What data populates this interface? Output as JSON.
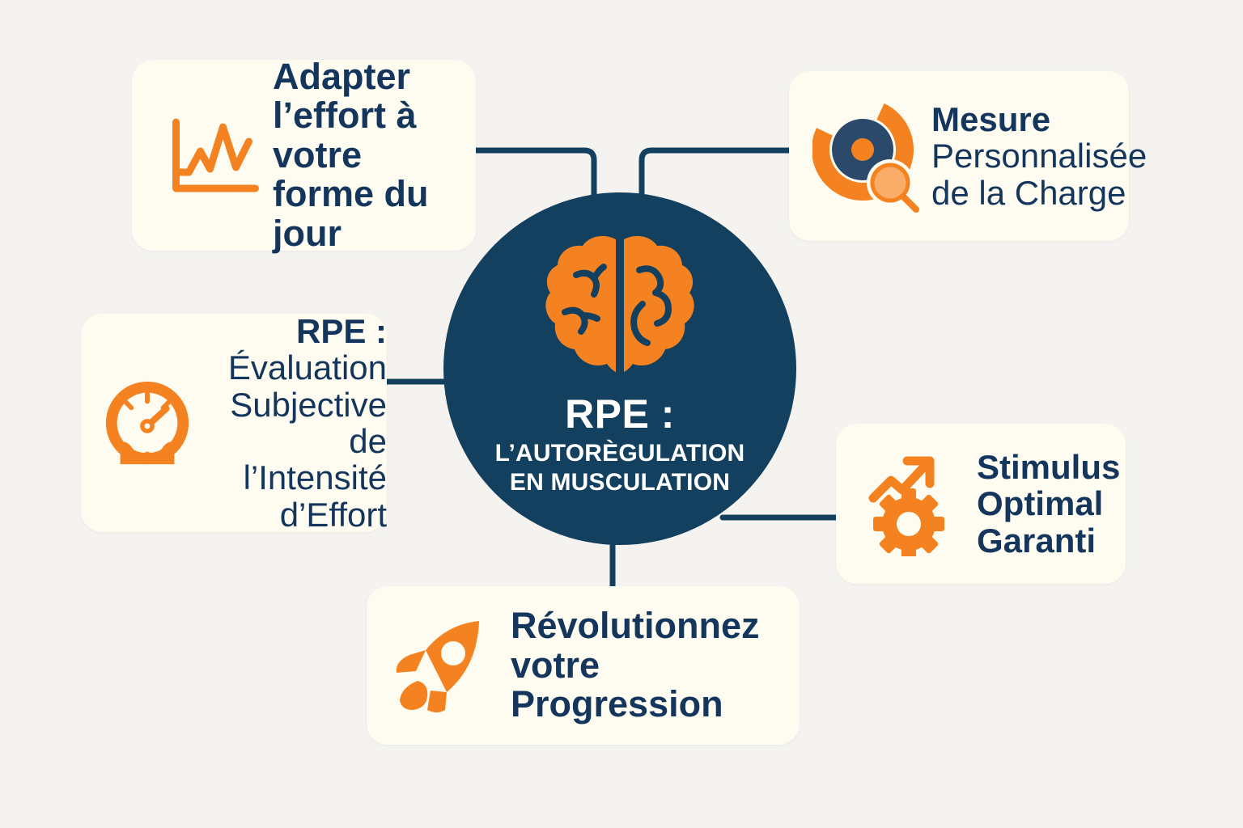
{
  "colors": {
    "page_background": "#f4f3ef",
    "card_background": "#fefcf1",
    "navy": "#13405f",
    "navy_text": "#15365c",
    "orange": "#f58220",
    "orange_light": "#f9ad68",
    "connector": "#13405f",
    "white": "#ffffff"
  },
  "hub": {
    "icon": "brain-icon",
    "title_line1": "RPE :",
    "title_line2": "L’AUTORÈGULATION",
    "title_line3": "EN MUSCULATION"
  },
  "cards": [
    {
      "id": "adapter",
      "icon": "line-chart-icon",
      "text": "Adapter l’effort à votre forme du jour",
      "bold_prefix": "",
      "position": "top-left"
    },
    {
      "id": "mesure",
      "icon": "weight-plate-magnifier-icon",
      "bold_prefix": "Mesure",
      "text": " Personnalisée de la Charge",
      "position": "top-right"
    },
    {
      "id": "rpe",
      "icon": "speedometer-gauge-icon",
      "bold_prefix": "RPE :",
      "text": " Évaluation Subjective de l’Intensité d’Effort",
      "position": "left"
    },
    {
      "id": "stimulus",
      "icon": "gear-growth-arrow-icon",
      "bold_prefix": "",
      "text": "Stimulus Optimal Garanti",
      "position": "right"
    },
    {
      "id": "revolution",
      "icon": "rocket-icon",
      "bold_prefix": "",
      "text": "Révolutionnez votre Progression",
      "position": "bottom"
    }
  ],
  "connectors": [
    {
      "from": "card-adapter",
      "to": "hub",
      "name": "connector-adapter-to-hub"
    },
    {
      "from": "card-mesure",
      "to": "hub",
      "name": "connector-mesure-to-hub"
    },
    {
      "from": "card-rpe",
      "to": "hub",
      "name": "connector-rpe-to-hub"
    },
    {
      "from": "card-stimulus",
      "to": "hub",
      "name": "connector-stimulus-to-hub"
    },
    {
      "from": "card-revolution",
      "to": "hub",
      "name": "connector-revolution-to-hub"
    }
  ]
}
